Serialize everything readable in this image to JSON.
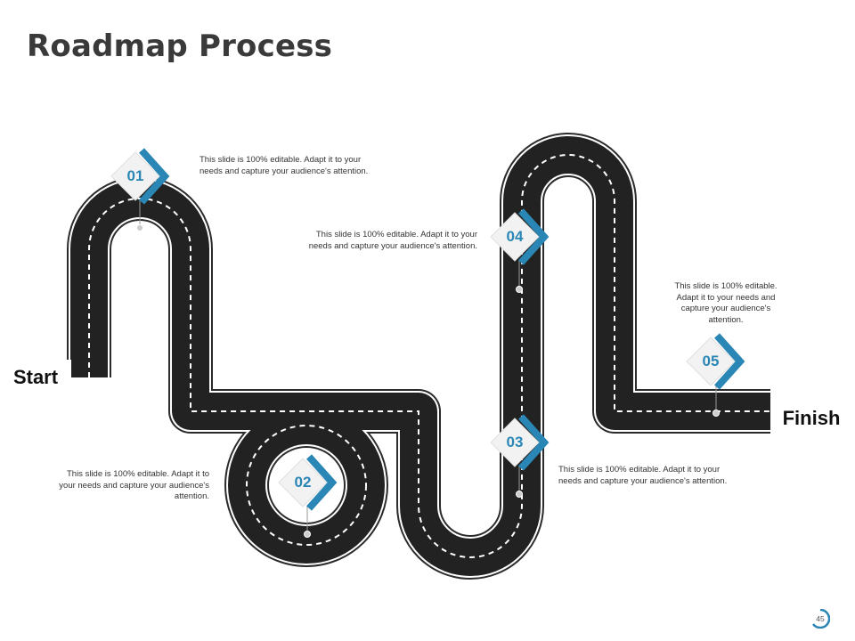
{
  "title": "Roadmap Process",
  "start_label": "Start",
  "finish_label": "Finish",
  "colors": {
    "road": "#222222",
    "accent": "#2a86b5",
    "text": "#3a3a3a"
  },
  "icons": {
    "step_badge": "chevron-right-icon",
    "page_badge": "ring-icon"
  },
  "steps": [
    {
      "number": "01",
      "text": "This slide is 100% editable. Adapt it to your needs and capture your audience's attention."
    },
    {
      "number": "02",
      "text": "This slide is 100% editable. Adapt it to your needs and capture your audience's attention."
    },
    {
      "number": "03",
      "text": "This slide is 100% editable. Adapt it to your needs and capture your audience's attention."
    },
    {
      "number": "04",
      "text": "This slide is 100% editable. Adapt it to your needs and capture your audience's attention."
    },
    {
      "number": "05",
      "text": "This slide is 100% editable. Adapt it to your needs and capture your audience's attention."
    }
  ],
  "page_number": "45"
}
